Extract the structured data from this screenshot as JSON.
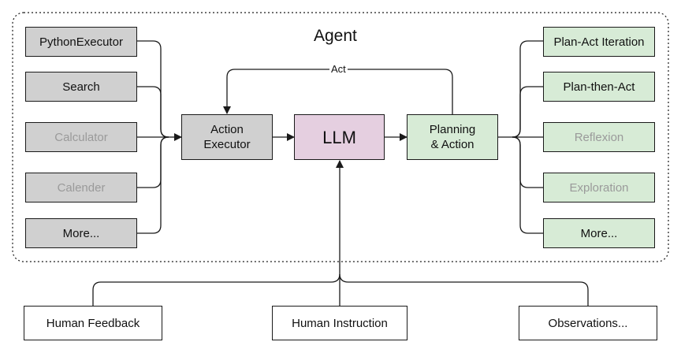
{
  "agent": {
    "title": "Agent",
    "loop_label": "Act",
    "core": "LLM",
    "executor": "Action\nExecutor",
    "planner": "Planning\n& Action"
  },
  "tools": [
    {
      "label": "PythonExecutor"
    },
    {
      "label": "Search"
    },
    {
      "label": "Calculator"
    },
    {
      "label": "Calender"
    },
    {
      "label": "More..."
    }
  ],
  "strategies": [
    {
      "label": "Plan-Act Iteration"
    },
    {
      "label": "Plan-then-Act"
    },
    {
      "label": "Reflexion"
    },
    {
      "label": "Exploration"
    },
    {
      "label": "More..."
    }
  ],
  "inputs": [
    {
      "label": "Human Feedback"
    },
    {
      "label": "Human Instruction"
    },
    {
      "label": "Observations..."
    }
  ],
  "colors": {
    "tool_fill": "#d0d0d0",
    "strategy_fill": "#d7ebd6",
    "llm_fill": "#e5cfe0",
    "faded_text": "#9a9a9a",
    "line": "#1a1a1a"
  }
}
